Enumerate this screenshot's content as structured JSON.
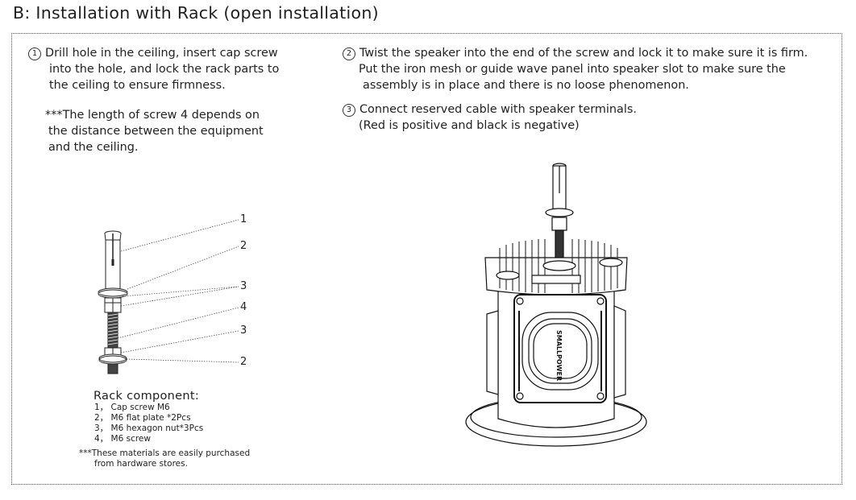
{
  "page": {
    "title": "B: Installation with Rack (open installation)"
  },
  "steps": [
    {
      "number": "1",
      "lines": [
        "Drill hole in the ceiling, insert cap screw",
        "into the hole, and lock the rack parts to",
        "the ceiling to ensure firmness."
      ]
    },
    {
      "number": "2",
      "lines": [
        "Twist the speaker into the end of the screw and lock it to make sure it is firm.",
        "Put the iron mesh or guide wave panel into speaker slot to make sure the",
        "assembly is in place and there is no loose phenomenon."
      ]
    },
    {
      "number": "3",
      "lines": [
        "Connect reserved cable with speaker terminals.",
        "(Red is positive and black is negative)"
      ]
    }
  ],
  "screw_note": {
    "lines": [
      "***The length of screw 4 depends on",
      "the distance between the equipment",
      "and the ceiling."
    ]
  },
  "rack_diagram": {
    "callouts": [
      "1",
      "2",
      "3",
      "4",
      "3",
      "2"
    ]
  },
  "rack_component": {
    "title": "Rack component:",
    "items": [
      "1， Cap screw M6",
      "2， M6 flat plate *2Pcs",
      "3， M6 hexagon nut*3Pcs",
      "4， M6 screw"
    ],
    "footnote": [
      "***These materials are easily purchased",
      "from hardware stores."
    ]
  },
  "speaker_diagram": {
    "label_line1": "SMALL",
    "label_line2": "POWER"
  }
}
